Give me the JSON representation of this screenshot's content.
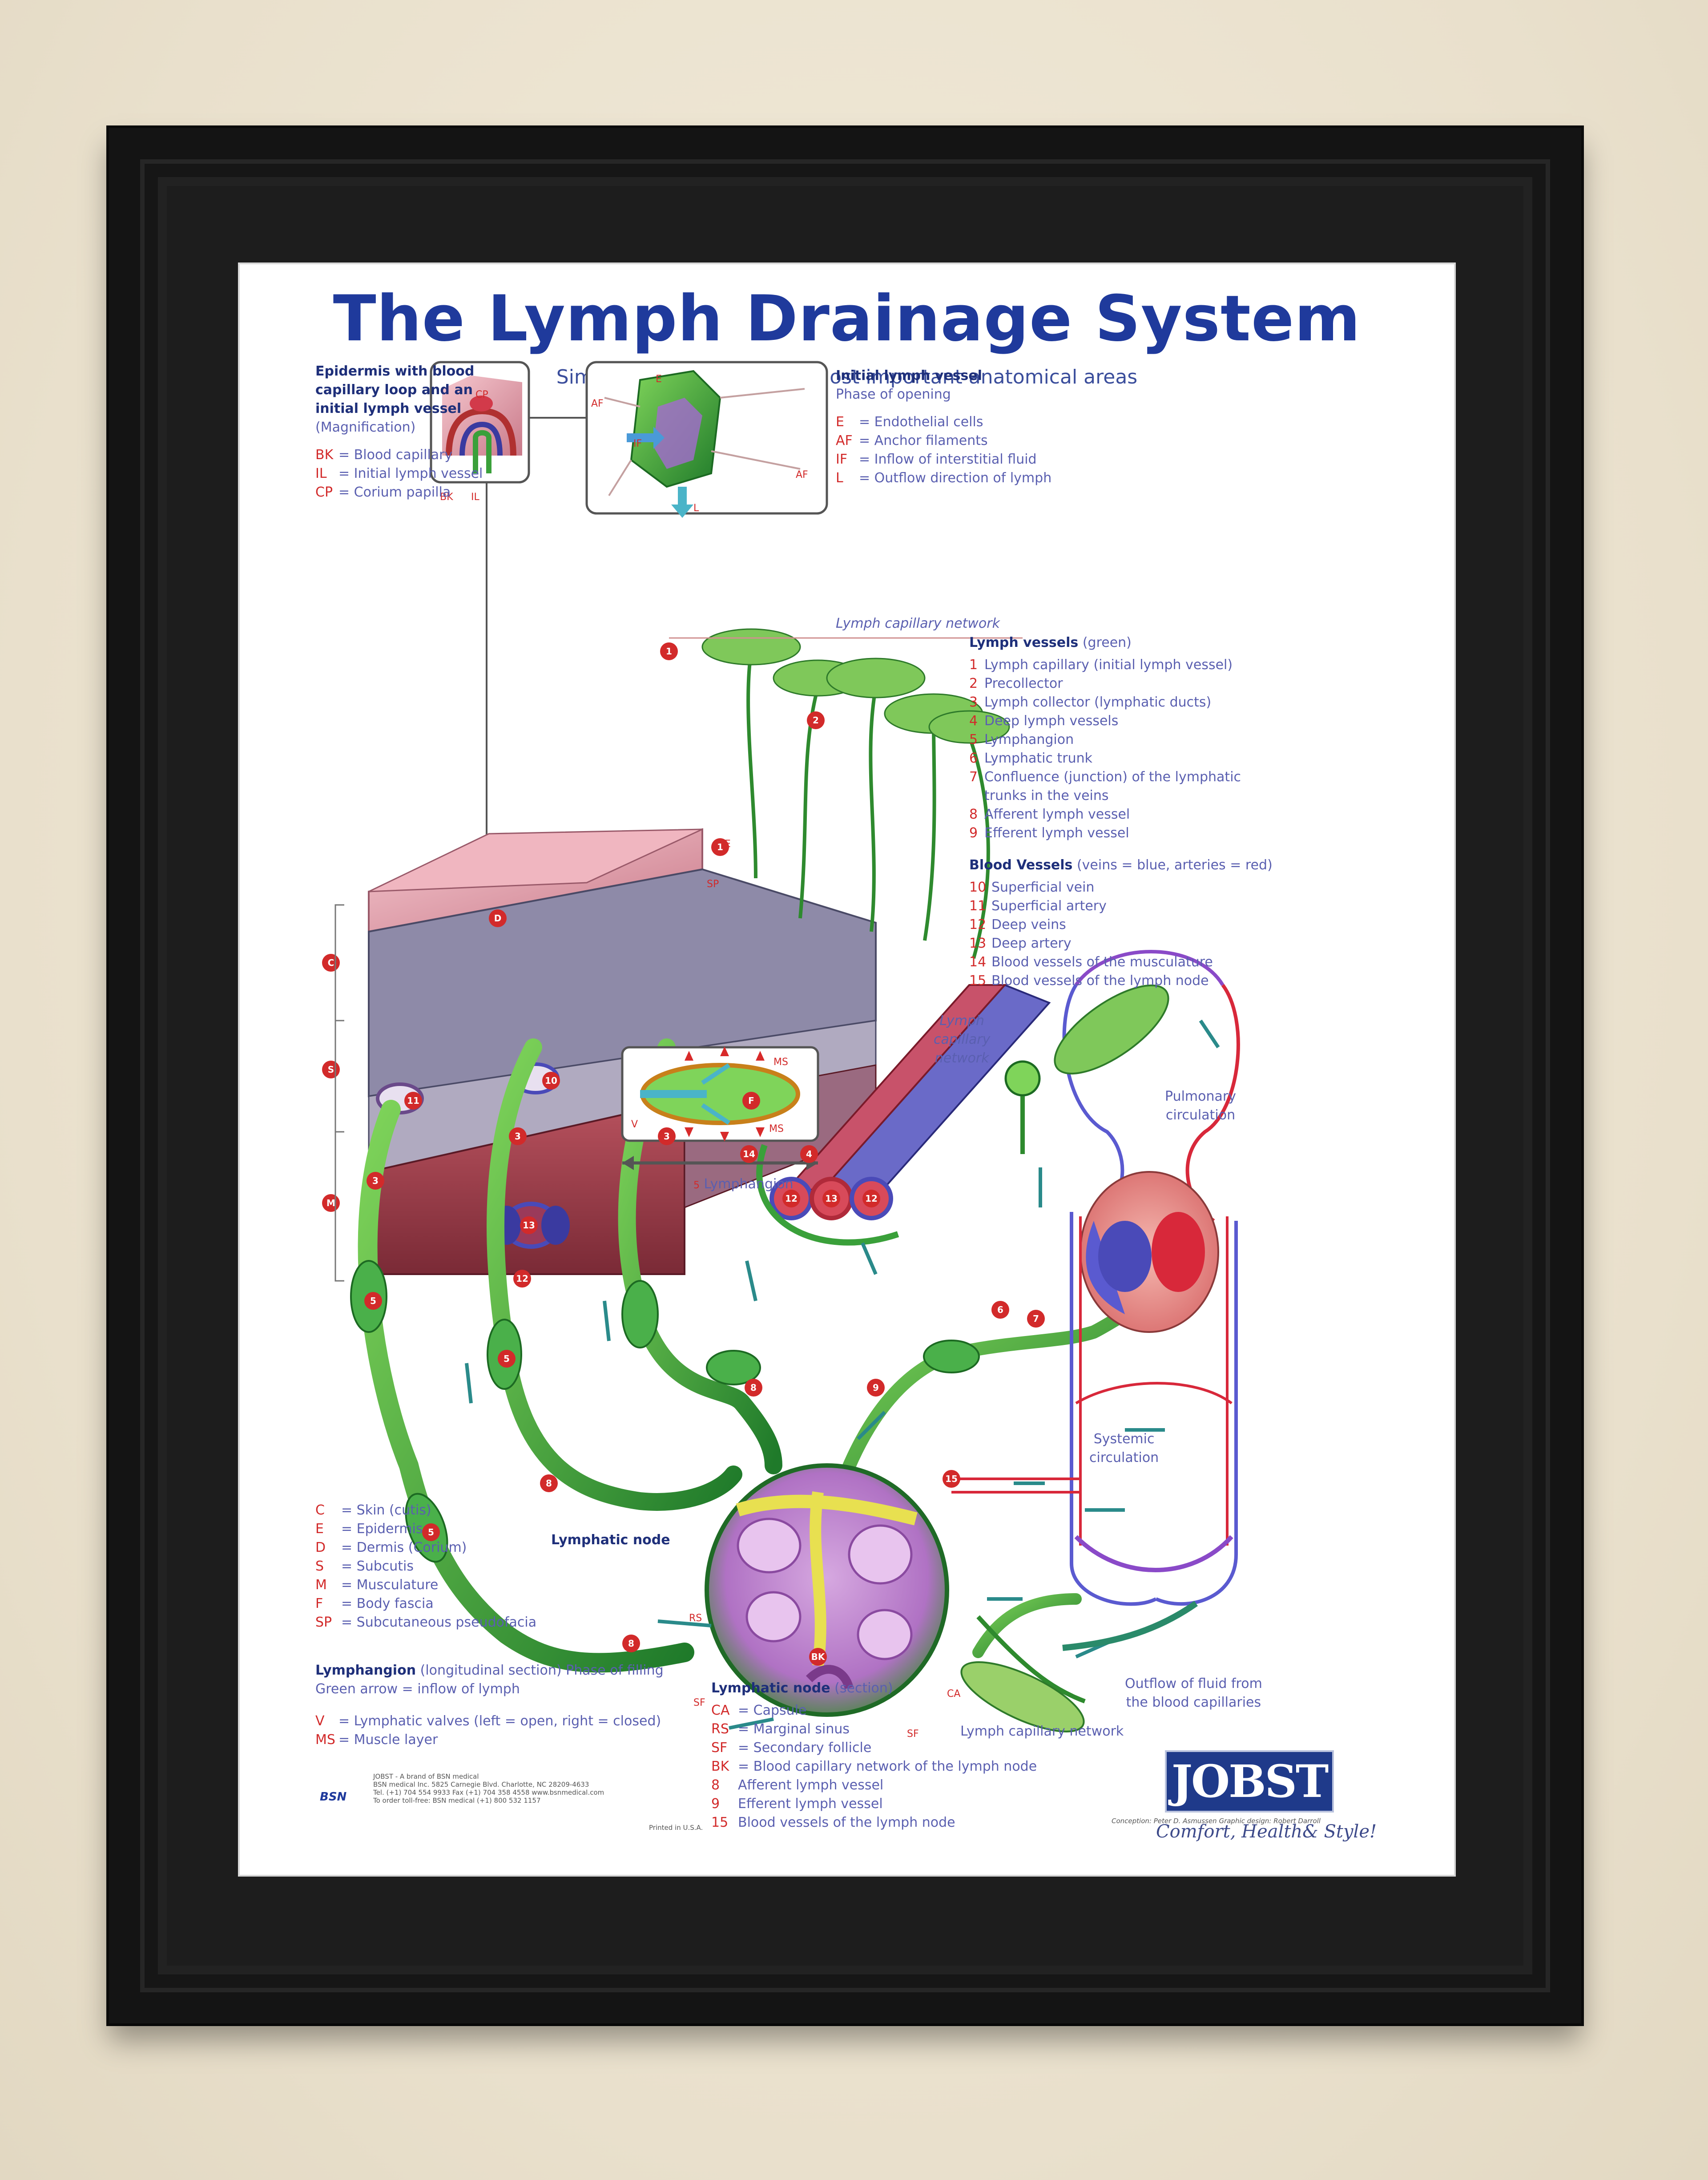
{
  "title": "The Lymph Drainage System",
  "subtitle": "Simplified diagram of the most important anatomical areas",
  "epidermis": {
    "heading": [
      "Epidermis with blood",
      "capillary loop and an",
      "initial lymph vessel"
    ],
    "note": "(Magnification)",
    "legend": [
      {
        "key": "BK",
        "text": "= Blood capillary"
      },
      {
        "key": "IL",
        "text": "= Initial lymph vessel"
      },
      {
        "key": "CP",
        "text": "= Corium papilla"
      }
    ],
    "image_labels": {
      "cp": "CP",
      "bk": "BK",
      "il": "IL"
    }
  },
  "initial_vessel": {
    "heading": "Initial lymph vessel",
    "note": "Phase of opening",
    "legend": [
      {
        "key": "E",
        "text": "= Endothelial cells"
      },
      {
        "key": "AF",
        "text": "= Anchor filaments"
      },
      {
        "key": "IF",
        "text": "= Inflow of interstitial fluid"
      },
      {
        "key": "L",
        "text": "= Outflow direction of lymph"
      }
    ],
    "image_labels": {
      "e": "E",
      "af": "AF",
      "if": "IF",
      "l": "L"
    }
  },
  "lymph_vessels": {
    "heading": "Lymph vessels",
    "note": "(green)",
    "items": [
      {
        "num": "1",
        "text": "Lymph capillary (initial lymph vessel)"
      },
      {
        "num": "2",
        "text": "Precollector"
      },
      {
        "num": "3",
        "text": "Lymph collector (lymphatic ducts)"
      },
      {
        "num": "4",
        "text": "Deep lymph vessels"
      },
      {
        "num": "5",
        "text": "Lymphangion"
      },
      {
        "num": "6",
        "text": "Lymphatic trunk"
      },
      {
        "num": "7",
        "text": "Confluence (junction) of the lymphatic"
      },
      {
        "num": "",
        "text": "trunks in the veins"
      },
      {
        "num": "8",
        "text": "Afferent lymph vessel"
      },
      {
        "num": "9",
        "text": "Efferent lymph vessel"
      }
    ]
  },
  "blood_vessels": {
    "heading": "Blood Vessels",
    "note": "(veins = blue, arteries = red)",
    "items": [
      {
        "num": "10",
        "text": "Superficial vein"
      },
      {
        "num": "11",
        "text": "Superficial artery"
      },
      {
        "num": "12",
        "text": "Deep veins"
      },
      {
        "num": "13",
        "text": "Deep artery"
      },
      {
        "num": "14",
        "text": "Blood vessels of the musculature"
      },
      {
        "num": "15",
        "text": "Blood vessels of the lymph node"
      }
    ]
  },
  "diagram_labels": {
    "lymph_capillary_network_top": "Lymph capillary network",
    "lymph_capillary_network_side": [
      "Lymph",
      "capillary",
      "network"
    ],
    "pulmonary": [
      "Pulmonary",
      "circulation"
    ],
    "systemic": [
      "Systemic",
      "circulation"
    ],
    "lymphangion": "Lymphangion",
    "lymphangion_num": "5",
    "lymphatic_node": "Lymphatic node",
    "outflow": [
      "Outflow of fluid from",
      "the blood capillaries"
    ],
    "lymph_capillary_network_bottom": "Lymph capillary network",
    "layers": {
      "c": "C",
      "s": "S",
      "m": "M"
    },
    "tissue_letters": {
      "e": "E",
      "sp": "SP",
      "d": "D",
      "f": "F"
    },
    "node_letters": {
      "rs": "RS",
      "sf": "SF",
      "bk": "BK",
      "ca": "CA",
      "sf2": "SF"
    },
    "angion_letters": {
      "ms": "MS",
      "v": "V",
      "ms2": "MS"
    }
  },
  "tissue_legend": [
    {
      "key": "C",
      "text": "= Skin (cutis)"
    },
    {
      "key": "E",
      "text": "= Epidermis"
    },
    {
      "key": "D",
      "text": "= Dermis (Corium)"
    },
    {
      "key": "S",
      "text": "= Subcutis"
    },
    {
      "key": "M",
      "text": "= Musculature"
    },
    {
      "key": "F",
      "text": "= Body fascia"
    },
    {
      "key": "SP",
      "text": "= Subcutaneous pseudofacia"
    }
  ],
  "lymphangion_section": {
    "heading": "Lymphangion",
    "heading_rest": "(longitudinal section) Phase of filling",
    "line2": "Green arrow = inflow of lymph",
    "legend": [
      {
        "key": "V",
        "text": "= Lymphatic valves (left = open, right = closed)"
      },
      {
        "key": "MS",
        "text": "= Muscle layer"
      }
    ]
  },
  "lymphatic_node_section": {
    "heading": "Lymphatic node",
    "note": "(section)",
    "legend": [
      {
        "key": "CA",
        "text": "= Capsule"
      },
      {
        "key": "RS",
        "text": "= Marginal sinus"
      },
      {
        "key": "SF",
        "text": "= Secondary follicle"
      },
      {
        "key": "BK",
        "text": "= Blood capillary network of the lymph node"
      },
      {
        "key": "8",
        "text": "Afferent lymph vessel"
      },
      {
        "key": "9",
        "text": "Efferent lymph vessel"
      },
      {
        "key": "15",
        "text": "Blood vessels of the lymph node"
      }
    ]
  },
  "brand": {
    "logo": "JOBST",
    "tagline": "Comfort, Health& Style!",
    "small_lines": [
      "JOBST - A brand of BSN medical",
      "BSN medical Inc. 5825 Carnegie Blvd. Charlotte, NC 28209-4633",
      "Tel. (+1) 704 554 9933 Fax (+1) 704 358 4558 www.bsnmedical.com",
      "To order toll-free: BSN medical (+1) 800 532 1157"
    ],
    "bsn": "BSN",
    "credits": "Conception: Peter D. Asmussen     Graphic design: Robert Darroll",
    "printed": "Printed in U.S.A."
  },
  "colors": {
    "title": "#1f3a9c",
    "key_red": "#d22a2a",
    "legend_blue": "#5a5fb0",
    "lymph_green": "#3aa03a",
    "vein_blue": "#4a4ab8",
    "artery_red": "#d8283a"
  }
}
